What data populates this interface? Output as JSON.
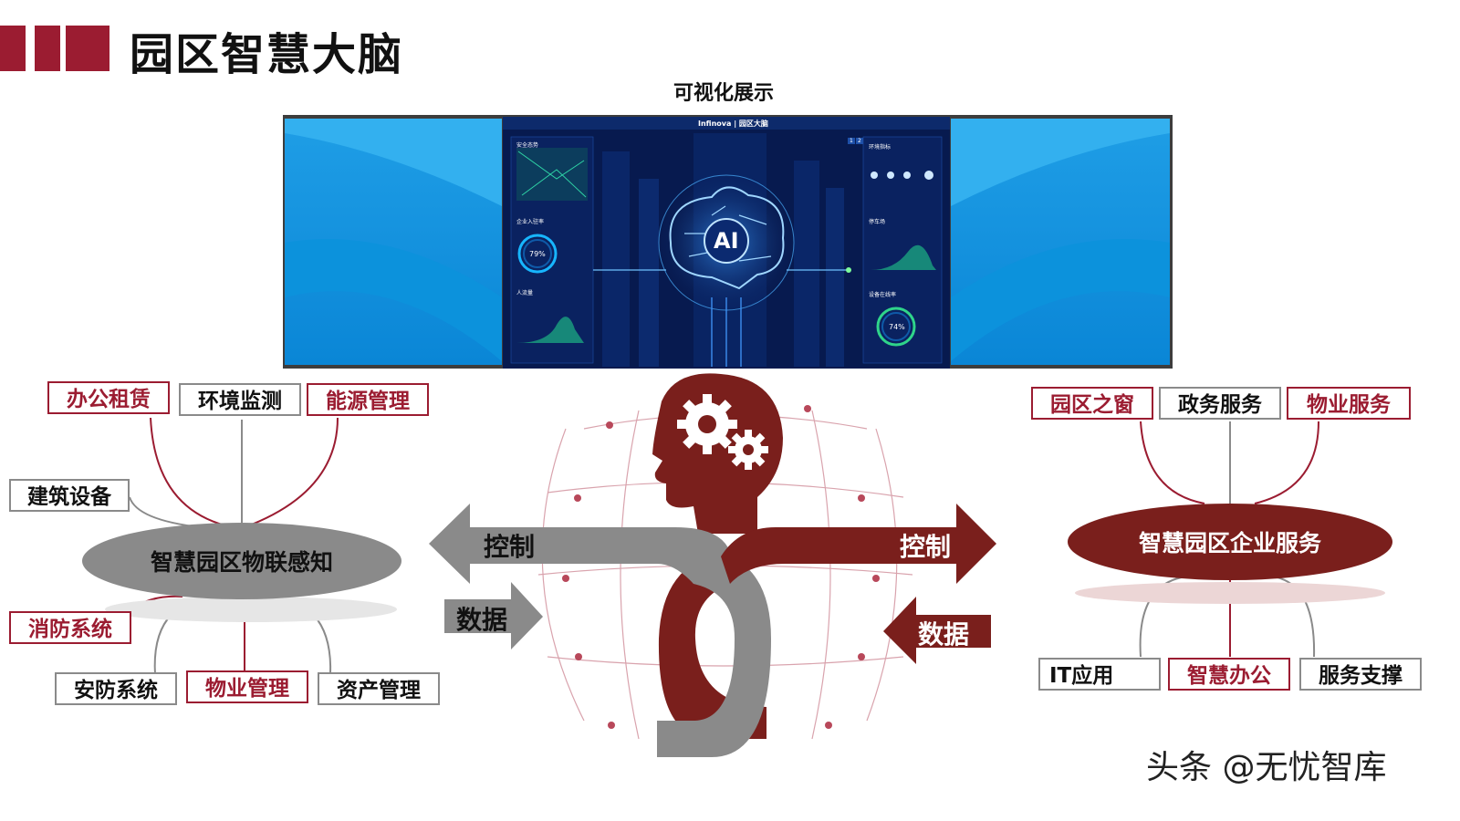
{
  "header": {
    "title": "园区智慧大脑",
    "subtitle": "可视化展示",
    "accent": "#9b1c31"
  },
  "dashboard": {
    "brand": "Infinova",
    "brand_title": "园区大脑",
    "left_panels": [
      "安全态势",
      "企业入驻率",
      "人流量"
    ],
    "right_panels": [
      "环境指标",
      "停车场",
      "设备在线率"
    ],
    "enterprise_rate": "79%",
    "device_rate": "74%",
    "ai_label": "AI",
    "pager": [
      "1",
      "2"
    ]
  },
  "left_hub": {
    "label": "智慧园区物联感知",
    "top_items": [
      {
        "label": "办公租赁",
        "style": "red"
      },
      {
        "label": "环境监测",
        "style": "gray"
      },
      {
        "label": "能源管理",
        "style": "red"
      }
    ],
    "side_item": {
      "label": "建筑设备",
      "style": "gray"
    },
    "fire_item": {
      "label": "消防系统",
      "style": "red"
    },
    "bottom_items": [
      {
        "label": "安防系统",
        "style": "gray"
      },
      {
        "label": "物业管理",
        "style": "red"
      },
      {
        "label": "资产管理",
        "style": "gray"
      }
    ]
  },
  "right_hub": {
    "label": "智慧园区企业服务",
    "top_items": [
      {
        "label": "园区之窗",
        "style": "red"
      },
      {
        "label": "政务服务",
        "style": "gray"
      },
      {
        "label": "物业服务",
        "style": "red"
      }
    ],
    "bottom_items": [
      {
        "label": "IT应用",
        "style": "gray"
      },
      {
        "label": "智慧办公",
        "style": "red"
      },
      {
        "label": "服务支撑",
        "style": "gray"
      }
    ]
  },
  "center": {
    "left_control": "控制",
    "left_data": "数据",
    "right_control": "控制",
    "right_data": "数据",
    "gray_color": "#8a8a8a",
    "red_color": "#7a1f1c"
  },
  "watermark": "头条 @无忧智库"
}
